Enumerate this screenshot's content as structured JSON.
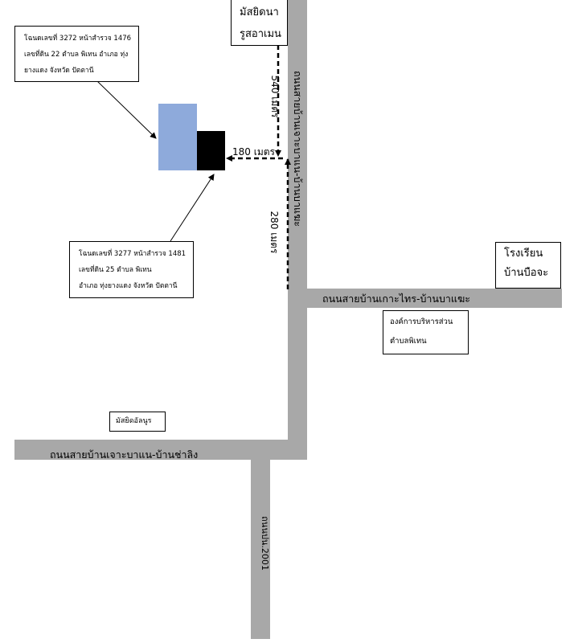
{
  "landmarks": {
    "mosque_rusoamen": [
      "มัสยิดนา",
      "รูสอาเมน"
    ],
    "school": [
      "โรงเรียน",
      "บ้านบือจะ"
    ],
    "tao_office": [
      "องค์การบริหารส่วน",
      "ตำบลพิเทน"
    ],
    "mosque_small": "มัสยิดอัลนูร"
  },
  "deeds": {
    "upper": [
      "โฉนดเลขที่ 3272 หน้าสำรวจ 1476",
      "เลขที่ดิน 22  ตำบล พิเทน  อำเภอ ทุ่ง",
      "ยางแดง  จังหวัด ปัตตานี"
    ],
    "lower": [
      "โฉนดเลขที่ 3277  หน้าสำรวจ 1481",
      "เลขที่ดิน 25  ตำบล พิเทน",
      "อำเภอ ทุ่งยางแดง  จังหวัด ปัตตานี"
    ]
  },
  "roads": {
    "main_vertical": "ถนนสายบ้านเจาะบาแน-บ้านบาแฆะ",
    "middle_horizontal": "ถนนสายบ้านเกาะไทร-บ้านบาแฆะ",
    "bottom_horizontal": "ถนนสายบ้านเจาะบาแน-บ้านช่าลิง",
    "bottom_vertical": "ถนนปน.2001"
  },
  "distances": {
    "north": "540 เมตร",
    "west": "180 เมตร",
    "south": "280 เมตร"
  },
  "colors": {
    "road": "#a8a8a8",
    "plot_blue": "#8eaadb",
    "plot_black": "#000000"
  }
}
